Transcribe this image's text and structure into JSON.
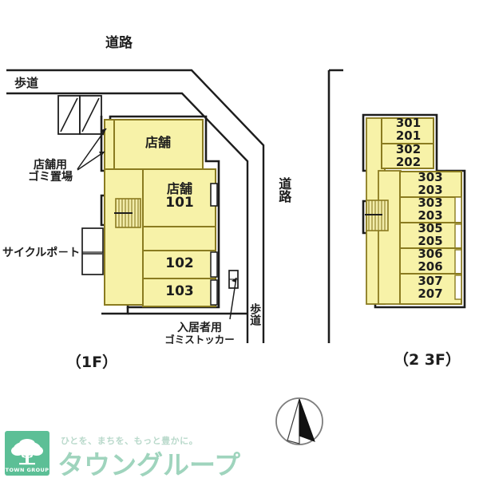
{
  "meta": {
    "diagram_kind": "property-site-plan",
    "colors": {
      "room_fill": "#f7f2a8",
      "room_stroke": "#8a7b20",
      "outline": "#1d1d1d",
      "brand_green": "#5cbf96",
      "wordmark_green": "#9fd4bd",
      "tagline_green": "#b9d9cb"
    }
  },
  "site": {
    "road_top_label": "道路",
    "road_right_label": "道路",
    "sidewalk_top_label": "歩道",
    "sidewalk_right_label": "歩道"
  },
  "annotations": [
    {
      "id": "shop-garbage",
      "label_line1": "店舗用",
      "label_line2": "ゴミ置場"
    },
    {
      "id": "cycle-port",
      "label": "サイクルポ－ト"
    },
    {
      "id": "resident-garbage",
      "label_line1": "入居者用",
      "label_line2": "ゴミストッカー"
    }
  ],
  "floor_1f": {
    "caption": "（1F）",
    "rooms": [
      {
        "id": "shop-upper",
        "label": "店舗",
        "number": ""
      },
      {
        "id": "shop-101",
        "label": "店舗",
        "number": "101"
      },
      {
        "id": "unit-102",
        "label": "",
        "number": "102"
      },
      {
        "id": "unit-103",
        "label": "",
        "number": "103"
      }
    ],
    "features": [
      {
        "id": "stairs-1f",
        "name": "stairs"
      },
      {
        "id": "bike-bay-left",
        "name": "bicycle-bay"
      },
      {
        "id": "bike-bay-right",
        "name": "bicycle-bay"
      },
      {
        "id": "cycle-port-box",
        "name": "cycle-port"
      },
      {
        "id": "garbage-stocker-box",
        "name": "garbage-stocker"
      }
    ]
  },
  "floor_23f": {
    "caption": "（2 3F）",
    "rooms": [
      {
        "id": "r-301-201",
        "upper": "301",
        "lower": "201"
      },
      {
        "id": "r-302-202",
        "upper": "302",
        "lower": "202"
      },
      {
        "id": "r-303-203-a",
        "upper": "303",
        "lower": "203"
      },
      {
        "id": "r-303-203-b",
        "upper": "303",
        "lower": "203"
      },
      {
        "id": "r-305-205",
        "upper": "305",
        "lower": "205"
      },
      {
        "id": "r-306-206",
        "upper": "306",
        "lower": "206"
      },
      {
        "id": "r-307-207",
        "upper": "307",
        "lower": "207"
      }
    ],
    "features": [
      {
        "id": "stairs-23f",
        "name": "stairs"
      }
    ]
  },
  "compass": {
    "name": "north-arrow",
    "label": ""
  },
  "footer": {
    "tagline": "ひとを、まちを、もっと豊かに。",
    "wordmark": "タウングループ",
    "mark_text": "TOWN GROUP"
  }
}
